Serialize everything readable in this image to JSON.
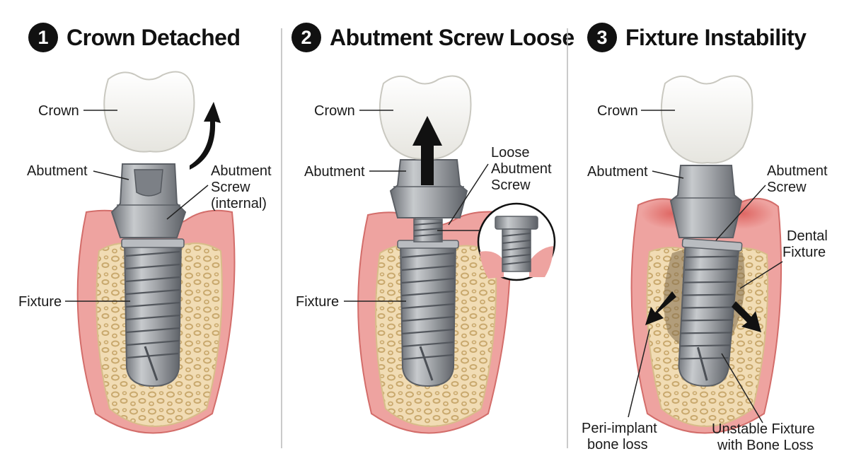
{
  "panels": [
    {
      "number": "1",
      "title": "Crown Detached",
      "labels": {
        "crown": "Crown",
        "abutment": "Abutment",
        "screw": [
          "Abutment",
          "Screw",
          "(internal)"
        ],
        "fixture": "Fixture"
      }
    },
    {
      "number": "2",
      "title": "Abutment Screw Loose",
      "labels": {
        "crown": "Crown",
        "abutment": "Abutment",
        "screw": [
          "Loose",
          "Abutment",
          "Screw"
        ],
        "fixture": "Fixture"
      }
    },
    {
      "number": "3",
      "title": "Fixture Instability",
      "labels": {
        "crown": "Crown",
        "abutment": "Abutment",
        "screw": [
          "Abutment",
          "Screw"
        ],
        "fixture": [
          "Dental",
          "Fixture"
        ],
        "bone_loss": [
          "Peri-implant",
          "bone loss"
        ],
        "unstable": [
          "Unstable Fixture",
          "with Bone Loss"
        ]
      }
    }
  ],
  "colors": {
    "gum": "#eea3a0",
    "gum_edge": "#d36d6a",
    "bone": "#f1dcb4",
    "bone_pore": "#c9a96e",
    "metal": "#9b9ea3",
    "metal_dark": "#5c6066",
    "crown": "#f4f4f1",
    "inflamed": "#d9534f",
    "divider": "#b8b8b8"
  },
  "icons": [
    "detach-arrow-icon",
    "pull-up-arrow-icon",
    "magnifier-inset-icon",
    "tilt-arrow-icon"
  ]
}
